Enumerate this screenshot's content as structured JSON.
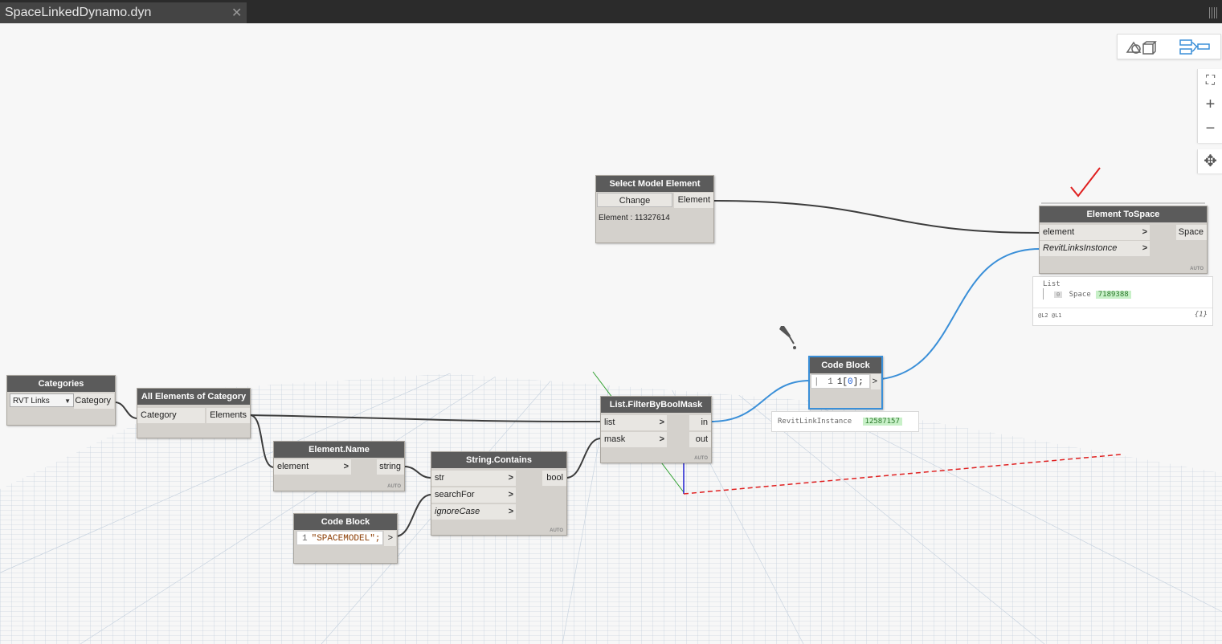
{
  "tab": {
    "title": "SpaceLinkedDynamo.dyn",
    "close": "✕"
  },
  "controls": {
    "zoom_fit": "⛶",
    "zoom_in": "+",
    "zoom_out": "−",
    "pan": "✥"
  },
  "nodes": {
    "categories": {
      "title": "Categories",
      "dropdown_value": "RVT Links",
      "output": "Category"
    },
    "all_elements": {
      "title": "All Elements of Category",
      "input": "Category",
      "output": "Elements"
    },
    "element_name": {
      "title": "Element.Name",
      "input": "element",
      "output": "string",
      "badge": "AUTO"
    },
    "code_block_1": {
      "title": "Code Block",
      "line_no": "1",
      "code": "\"SPACEMODEL\";",
      "output": ">"
    },
    "string_contains": {
      "title": "String.Contains",
      "inputs": [
        "str",
        "searchFor",
        "ignoreCase"
      ],
      "output": "bool",
      "badge": "AUTO"
    },
    "filter_mask": {
      "title": "List.FilterByBoolMask",
      "inputs": [
        "list",
        "mask"
      ],
      "outputs": [
        "in",
        "out"
      ],
      "badge": "AUTO"
    },
    "select_element": {
      "title": "Select Model Element",
      "button": "Change",
      "output": "Element",
      "info": "Element : 11327614"
    },
    "code_block_2": {
      "title": "Code Block",
      "line_no": "1",
      "code_prefix": "1[",
      "code_num": "0",
      "code_suffix": "];",
      "output": ">",
      "gutter": "|"
    },
    "element_tospace": {
      "title": "Element ToSpace",
      "inputs": [
        "element",
        "RevitLinksInstonce"
      ],
      "output": "Space",
      "badge": "AUTO"
    }
  },
  "previews": {
    "code_block_2": {
      "label": "RevitLinkInstance",
      "value": "12587157"
    },
    "element_tospace": {
      "list_label": "List",
      "index": "0",
      "item_label": "Space",
      "item_value": "7189388",
      "levels": "@L2 @L1",
      "count": "{1}"
    }
  },
  "colors": {
    "wire_dark": "#3c3c3c",
    "wire_blue": "#3a8fd8",
    "check": "#e02020"
  }
}
